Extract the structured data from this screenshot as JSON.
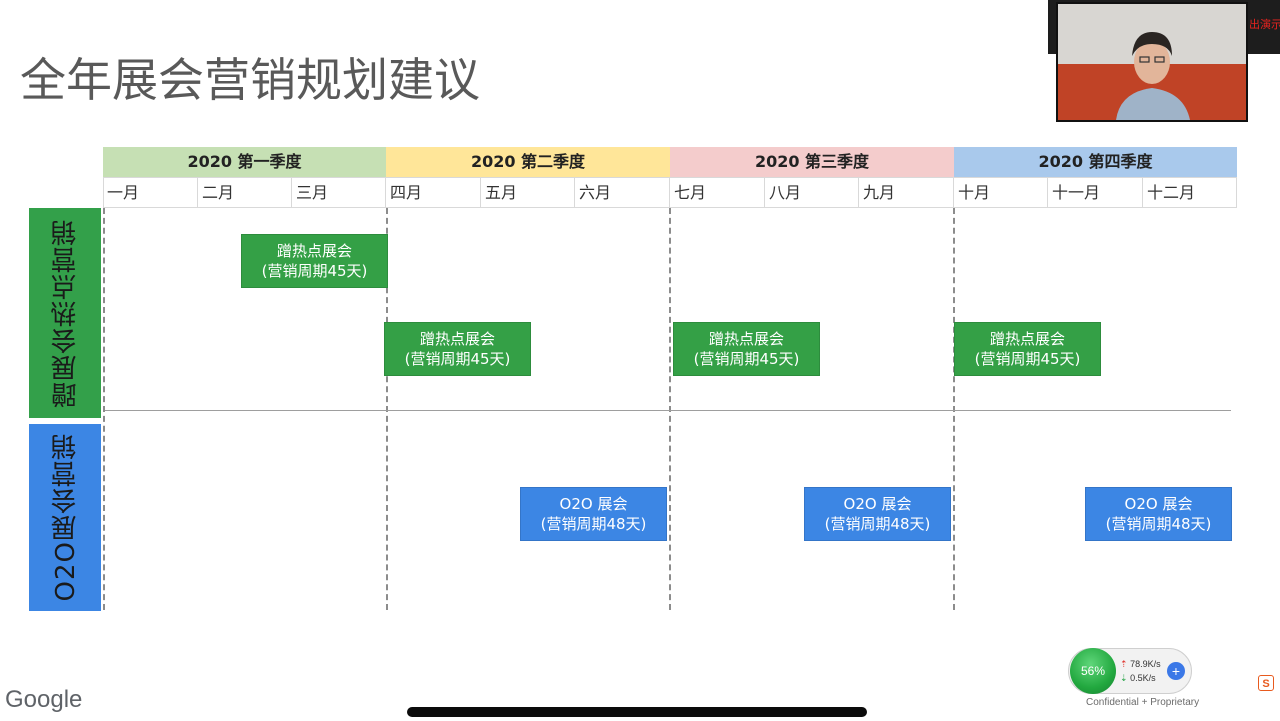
{
  "slide": {
    "title": "全年展会营销规划建议",
    "quarters": [
      {
        "label": "2020 第一季度",
        "color": "#c6e0b4"
      },
      {
        "label": "2020 第二季度",
        "color": "#ffe699"
      },
      {
        "label": "2020 第三季度",
        "color": "#f4cccc"
      },
      {
        "label": "2020 第四季度",
        "color": "#a9c9ec"
      }
    ],
    "months": [
      "一月",
      "二月",
      "三月",
      "四月",
      "五月",
      "六月",
      "七月",
      "八月",
      "九月",
      "十月",
      "十一月",
      "十二月"
    ],
    "rows": [
      {
        "label": "蹭展会热点营销",
        "color": "#33a04a"
      },
      {
        "label": "O2O展会营销",
        "color": "#3c86e4"
      }
    ],
    "hot_boxes": [
      {
        "line1": "蹭热点展会",
        "line2": "(营销周期45天)"
      },
      {
        "line1": "蹭热点展会",
        "line2": "(营销周期45天)"
      },
      {
        "line1": "蹭热点展会",
        "line2": "(营销周期45天)"
      },
      {
        "line1": "蹭热点展会",
        "line2": "(营销周期45天)"
      }
    ],
    "o2o_boxes": [
      {
        "line1": "O2O 展会",
        "line2": "(营销周期48天)"
      },
      {
        "line1": "O2O 展会",
        "line2": "(营销周期48天)"
      },
      {
        "line1": "O2O 展会",
        "line2": "(营销周期48天)"
      }
    ]
  },
  "overlay": {
    "google_logo": "Google",
    "confidential": "Confidential + Proprietary",
    "cpu_percent": "56%",
    "upload_speed": "78.9K/s",
    "download_speed": "0.5K/s",
    "camera_label": "出演示"
  }
}
